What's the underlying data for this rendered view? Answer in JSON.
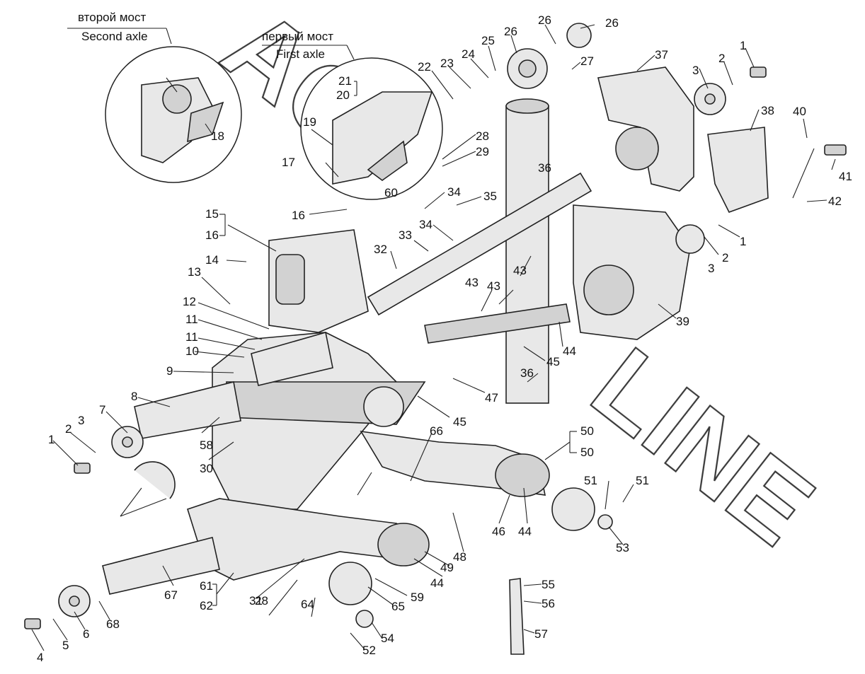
{
  "captions": {
    "second_axle_ru": "второй мост",
    "second_axle_en": "Second axle",
    "first_axle_ru": "первый мост",
    "first_axle_en": "First axle"
  },
  "watermark": {
    "text_top": "ACT",
    "text_bottom": "LINE"
  },
  "callouts": [
    {
      "id": "c1a",
      "text": "1"
    },
    {
      "id": "c2a",
      "text": "2"
    },
    {
      "id": "c3a",
      "text": "3"
    },
    {
      "id": "c1b",
      "text": "1"
    },
    {
      "id": "c2b",
      "text": "2"
    },
    {
      "id": "c3b",
      "text": "3"
    },
    {
      "id": "c1c",
      "text": "1"
    },
    {
      "id": "c2c",
      "text": "2"
    },
    {
      "id": "c3c",
      "text": "3"
    },
    {
      "id": "c4",
      "text": "4"
    },
    {
      "id": "c5",
      "text": "5"
    },
    {
      "id": "c6",
      "text": "6"
    },
    {
      "id": "c7",
      "text": "7"
    },
    {
      "id": "c8",
      "text": "8"
    },
    {
      "id": "c9",
      "text": "9"
    },
    {
      "id": "c10",
      "text": "10"
    },
    {
      "id": "c11a",
      "text": "11"
    },
    {
      "id": "c11b",
      "text": "11"
    },
    {
      "id": "c12",
      "text": "12"
    },
    {
      "id": "c13",
      "text": "13"
    },
    {
      "id": "c64a",
      "text": "64"
    },
    {
      "id": "c14",
      "text": "14"
    },
    {
      "id": "c15",
      "text": "15"
    },
    {
      "id": "c16a",
      "text": "16"
    },
    {
      "id": "c16b",
      "text": "16"
    },
    {
      "id": "c17",
      "text": "17"
    },
    {
      "id": "c18",
      "text": "18"
    },
    {
      "id": "c19",
      "text": "19"
    },
    {
      "id": "c20",
      "text": "20"
    },
    {
      "id": "c21",
      "text": "21"
    },
    {
      "id": "c22",
      "text": "22"
    },
    {
      "id": "c23",
      "text": "23"
    },
    {
      "id": "c24",
      "text": "24"
    },
    {
      "id": "c25",
      "text": "25"
    },
    {
      "id": "c26a",
      "text": "26"
    },
    {
      "id": "c26b",
      "text": "26"
    },
    {
      "id": "c26c",
      "text": "26"
    },
    {
      "id": "c27",
      "text": "27"
    },
    {
      "id": "c58",
      "text": "58"
    },
    {
      "id": "c28a",
      "text": "28"
    },
    {
      "id": "c28b",
      "text": "28"
    },
    {
      "id": "c29",
      "text": "29"
    },
    {
      "id": "c30",
      "text": "30"
    },
    {
      "id": "c31",
      "text": "31"
    },
    {
      "id": "c32",
      "text": "32"
    },
    {
      "id": "c33",
      "text": "33"
    },
    {
      "id": "c34a",
      "text": "34"
    },
    {
      "id": "c34b",
      "text": "34"
    },
    {
      "id": "c35",
      "text": "35"
    },
    {
      "id": "c36a",
      "text": "36"
    },
    {
      "id": "c36b",
      "text": "36"
    },
    {
      "id": "c37",
      "text": "37"
    },
    {
      "id": "c38",
      "text": "38"
    },
    {
      "id": "c39",
      "text": "39"
    },
    {
      "id": "c40",
      "text": "40"
    },
    {
      "id": "c41",
      "text": "41"
    },
    {
      "id": "c42",
      "text": "42"
    },
    {
      "id": "c43a",
      "text": "43"
    },
    {
      "id": "c43b",
      "text": "43"
    },
    {
      "id": "c43c",
      "text": "43"
    },
    {
      "id": "c44a",
      "text": "44"
    },
    {
      "id": "c44b",
      "text": "44"
    },
    {
      "id": "c44c",
      "text": "44"
    },
    {
      "id": "c45a",
      "text": "45"
    },
    {
      "id": "c45b",
      "text": "45"
    },
    {
      "id": "c46",
      "text": "46"
    },
    {
      "id": "c47",
      "text": "47"
    },
    {
      "id": "c48",
      "text": "48"
    },
    {
      "id": "c66",
      "text": "66"
    },
    {
      "id": "c49",
      "text": "49"
    },
    {
      "id": "c50a",
      "text": "50"
    },
    {
      "id": "c50b",
      "text": "50"
    },
    {
      "id": "c51a",
      "text": "51"
    },
    {
      "id": "c51b",
      "text": "51"
    },
    {
      "id": "c52",
      "text": "52"
    },
    {
      "id": "c53",
      "text": "53"
    },
    {
      "id": "c54",
      "text": "54"
    },
    {
      "id": "c55",
      "text": "55"
    },
    {
      "id": "c56",
      "text": "56"
    },
    {
      "id": "c57",
      "text": "57"
    },
    {
      "id": "c59",
      "text": "59"
    },
    {
      "id": "c65",
      "text": "65"
    },
    {
      "id": "c60",
      "text": "60"
    },
    {
      "id": "c61",
      "text": "61"
    },
    {
      "id": "c62",
      "text": "62"
    },
    {
      "id": "c67",
      "text": "67"
    },
    {
      "id": "c68",
      "text": "68"
    }
  ]
}
